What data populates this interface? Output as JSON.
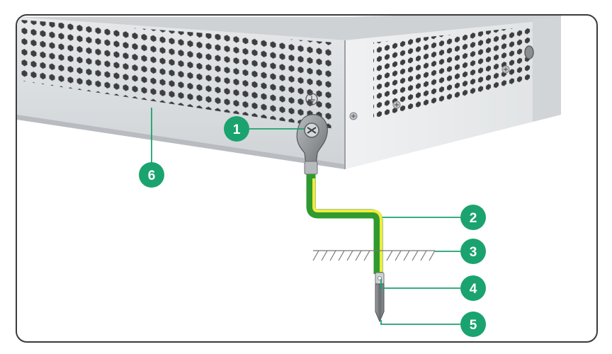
{
  "callouts": [
    {
      "number": "1",
      "part": "grounding-screw"
    },
    {
      "number": "2",
      "part": "grounding-cable"
    },
    {
      "number": "3",
      "part": "ground-surface"
    },
    {
      "number": "4",
      "part": "cable-joint"
    },
    {
      "number": "5",
      "part": "grounding-strip"
    },
    {
      "number": "6",
      "part": "chassis"
    }
  ],
  "colors": {
    "callout": "#1aa36f",
    "cable_green": "#2f9a2f",
    "cable_yellow": "#f2ea3a",
    "chassis_front": "#dcdfe1",
    "chassis_side": "#e8eaeb",
    "vent_hole": "#3c3e40"
  },
  "icons": [
    "ground-symbol-icon",
    "screw-icon"
  ]
}
